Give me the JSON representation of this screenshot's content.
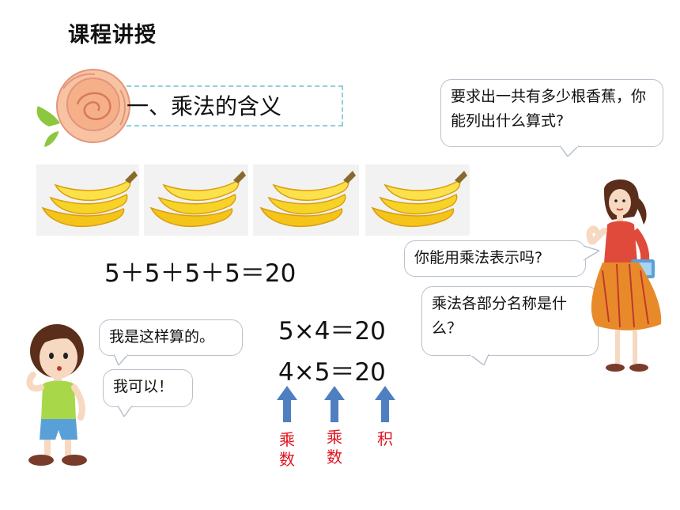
{
  "title": "课程讲授",
  "section": {
    "title": "一、乘法的含义"
  },
  "banana_groups": [
    {
      "label": "banana-group-1"
    },
    {
      "label": "banana-group-2"
    },
    {
      "label": "banana-group-3"
    },
    {
      "label": "banana-group-4"
    }
  ],
  "equations": {
    "addition": "5＋5＋5＋5＝20",
    "multiplication_1": "5×4＝20",
    "multiplication_2": "4×5＝20"
  },
  "arrow_labels": {
    "factor_1": "乘数",
    "factor_2": "乘数",
    "product": "积"
  },
  "speech": {
    "teacher_question": "要求出一共有多少根香蕉，你能列出什么算式?",
    "teacher_multiply": "你能用乘法表示吗?",
    "teacher_parts": "乘法各部分名称是什么？",
    "girl_1": "我是这样算的。",
    "girl_2": "我可以！"
  },
  "colors": {
    "arrow": "#4f7fc0",
    "label_red": "#e0141e",
    "dashed_border": "#8fd0dc",
    "flower": "#f5b48c"
  }
}
